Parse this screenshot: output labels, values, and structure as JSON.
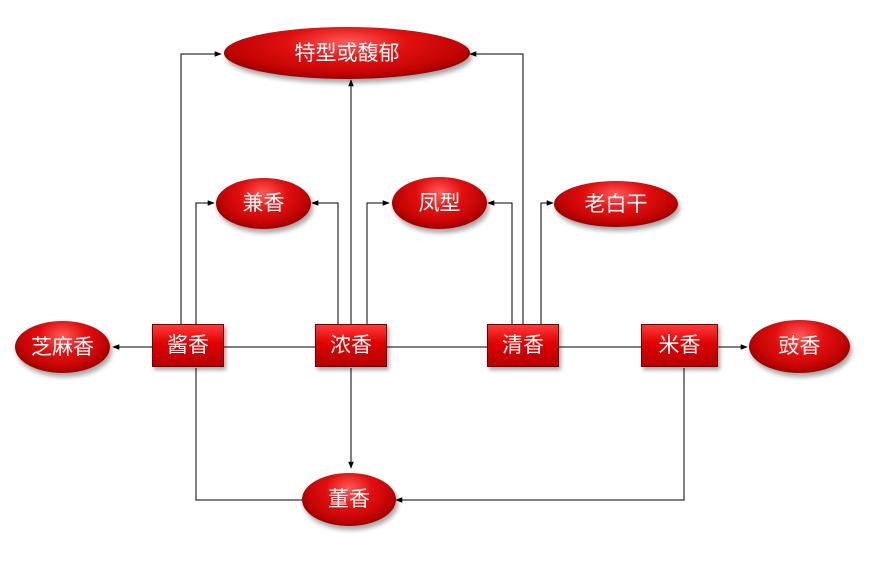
{
  "nodes": {
    "texing": "特型或馥郁",
    "jianxiang": "兼香",
    "fengxing": "凤型",
    "laobaigan": "老白干",
    "zhimaxiang": "芝麻香",
    "jiangxiang": "酱香",
    "nongxiang": "浓香",
    "qingxiang": "清香",
    "mixiang": "米香",
    "chixiang": "豉香",
    "dongxiang": "董香"
  },
  "colors": {
    "node_fill": "#d40000",
    "node_text": "#ffffff",
    "connector": "#000000"
  }
}
